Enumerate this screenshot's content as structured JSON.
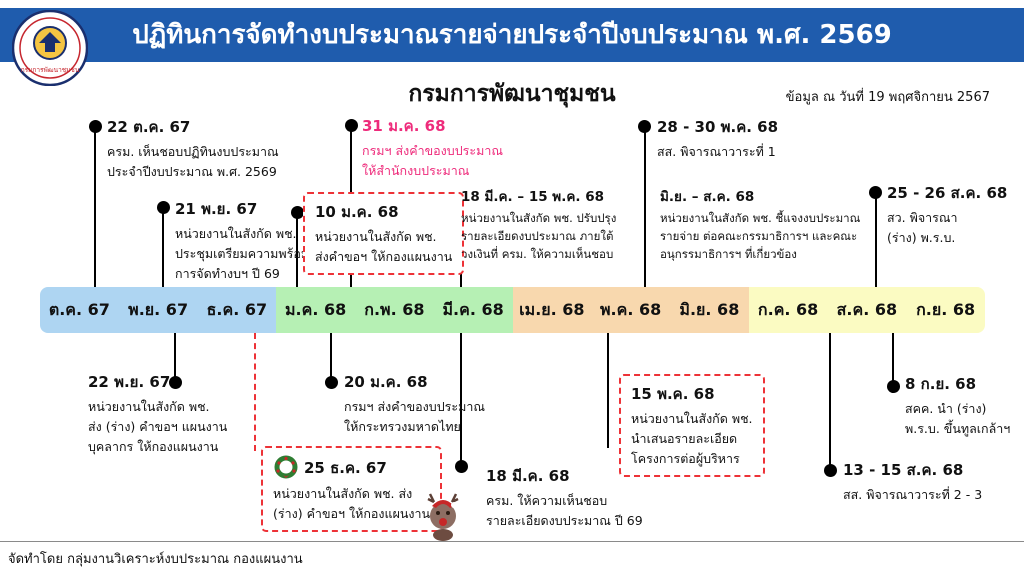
{
  "header": {
    "title": "ปฏิทินการจัดทำงบประมาณรายจ่ายประจำปีงบประมาณ พ.ศ. 2569",
    "subtitle": "กรมการพัฒนาชุมชน",
    "data_note": "ข้อมูล ณ วันที่ 19 พฤศจิกายน 2567"
  },
  "logo": {
    "label": "กรมการพัฒนาชุมชน"
  },
  "timeline": {
    "months": [
      "ต.ค. 67",
      "พ.ย. 67",
      "ธ.ค. 67",
      "ม.ค. 68",
      "ก.พ. 68",
      "มี.ค. 68",
      "เม.ย. 68",
      "พ.ค. 68",
      "มิ.ย. 68",
      "ก.ค. 68",
      "ส.ค. 68",
      "ก.ย. 68"
    ]
  },
  "events_above": [
    {
      "date": "22 ต.ค. 67",
      "text": "ครม. เห็นชอบปฏิทินงบประมาณ\nประจำปีงบประมาณ พ.ศ. 2569"
    },
    {
      "date": "21 พ.ย. 67",
      "text": "หน่วยงานในสังกัด พช.\nประชุมเตรียมความพร้อม\nการจัดทำงบฯ ปี 69"
    },
    {
      "date": "10 ม.ค. 68",
      "text": "หน่วยงานในสังกัด พช.\nส่งคำขอฯ ให้กองแผนงาน"
    },
    {
      "date": "31 ม.ค. 68",
      "text": "กรมฯ ส่งคำของบประมาณ\nให้สำนักงบประมาณ"
    },
    {
      "date": "18 มี.ค. – 15 พ.ค. 68",
      "text": "หน่วยงานในสังกัด พช. ปรับปรุง\nรายละเอียดงบประมาณ ภายใต้\nวงเงินที่ ครม. ให้ความเห็นชอบ"
    },
    {
      "date": "28 - 30 พ.ค. 68",
      "text": "สส. พิจารณาวาระที่ 1"
    },
    {
      "date": "มิ.ย. – ส.ค. 68",
      "text": "หน่วยงานในสังกัด พช. ชี้แจงงบประมาณ\nรายจ่าย ต่อคณะกรรมาธิการฯ และคณะ\nอนุกรรมาธิการฯ ที่เกี่ยวข้อง"
    },
    {
      "date": "25 - 26 ส.ค. 68",
      "text": "สว. พิจารณา\n(ร่าง) พ.ร.บ."
    }
  ],
  "events_below": [
    {
      "date": "22 พ.ย. 67",
      "text": "หน่วยงานในสังกัด พช.\nส่ง (ร่าง) คำขอฯ แผนงาน\nบุคลากร ให้กองแผนงาน"
    },
    {
      "date": "25 ธ.ค. 67",
      "text": "หน่วยงานในสังกัด พช. ส่ง\n(ร่าง) คำขอฯ ให้กองแผนงาน"
    },
    {
      "date": "20 ม.ค. 68",
      "text": "กรมฯ ส่งคำของบประมาณ\nให้กระทรวงมหาดไทย"
    },
    {
      "date": "18 มี.ค. 68",
      "text": "ครม. ให้ความเห็นชอบ\nรายละเอียดงบประมาณ ปี 69"
    },
    {
      "date": "15 พ.ค. 68",
      "text": "หน่วยงานในสังกัด พช.\nนำเสนอรายละเอียด\nโครงการต่อผู้บริหาร"
    },
    {
      "date": "13 - 15 ส.ค. 68",
      "text": "สส. พิจารณาวาระที่ 2 - 3"
    },
    {
      "date": "8 ก.ย. 68",
      "text": "สคค. นำ (ร่าง)\nพ.ร.บ. ขึ้นทูลเกล้าฯ"
    }
  ],
  "footer": {
    "credit": "จัดทำโดย กลุ่มงานวิเคราะห์งบประมาณ กองแผนงาน"
  },
  "colors": {
    "header_bg": "#1f5cad",
    "quarter_blue": "#aed5f2",
    "quarter_green": "#b6f0b4",
    "quarter_orange": "#f8d8ae",
    "quarter_yellow": "#fbfbc2",
    "highlight_red": "#ed3237",
    "pink_text": "#ee2b7b"
  }
}
